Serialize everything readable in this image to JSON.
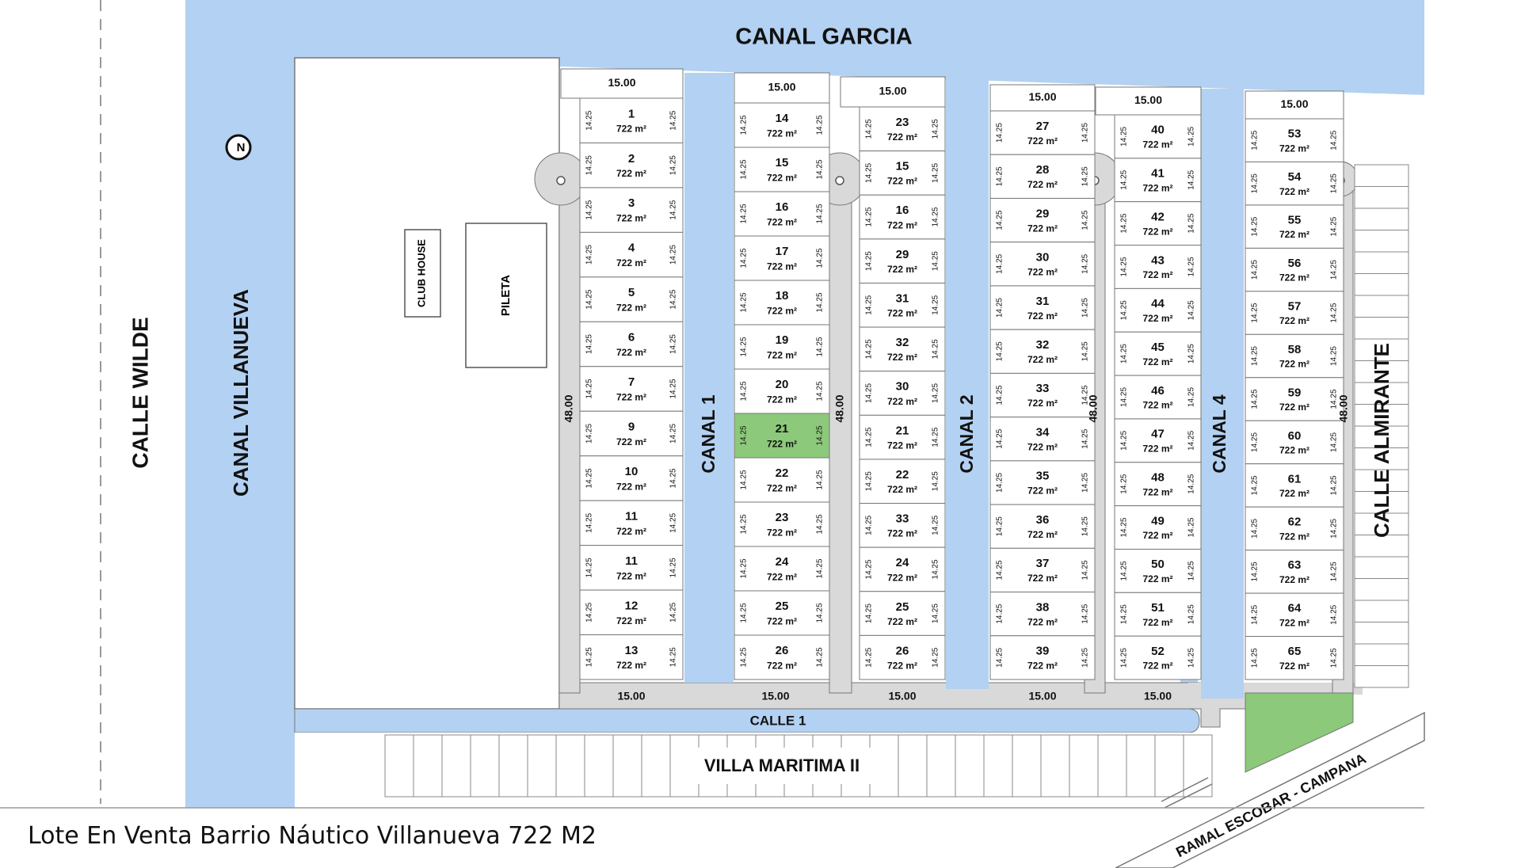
{
  "caption": "Lote En  Venta Barrio Náutico Villanueva 722 M2",
  "colors": {
    "water": "#b3d1f2",
    "road": "#d9d9d9",
    "green": "#8cc97a",
    "highlight": "#8cc97a",
    "line": "#666666"
  },
  "labels": {
    "canal_garcia": "CANAL GARCIA",
    "canal_villanueva": "CANAL VILLANUEVA",
    "calle_wilde": "CALLE WILDE",
    "calle_almirante": "CALLE ALMIRANTE",
    "calle_1": "CALLE 1",
    "villa_maritima": "VILLA MARITIMA II",
    "ramal": "RAMAL ESCOBAR - CAMPANA",
    "club_house": "CLUB HOUSE",
    "pileta": "PILETA",
    "canal_1": "CANAL 1",
    "canal_2": "CANAL 2",
    "canal_4": "CANAL 4",
    "north": "N"
  },
  "lot_area": "722 m²",
  "lot_side": "14.25",
  "block_width": "15.00",
  "block_depth": "48.00",
  "highlighted_lot": "21",
  "blocks": [
    {
      "id": "A",
      "top": [
        "15.00"
      ],
      "lots": [
        "1",
        "2",
        "3",
        "4",
        "5",
        "6",
        "7",
        "9",
        "10",
        "11",
        "11",
        "12",
        "13"
      ],
      "bottom": "15.00",
      "depth_label": "48.00"
    },
    {
      "id": "B",
      "top": [
        "15.00"
      ],
      "lots": [
        "14",
        "15",
        "16",
        "17",
        "18",
        "19",
        "20",
        "21",
        "22",
        "23",
        "24",
        "25",
        "26"
      ],
      "bottom": "15.00",
      "depth_label": ""
    },
    {
      "id": "C",
      "top": [
        "15.00"
      ],
      "lots": [
        "23",
        "15",
        "16",
        "29",
        "31",
        "32",
        "30",
        "21",
        "22",
        "33",
        "24",
        "25",
        "26"
      ],
      "bottom": "15.00",
      "depth_label": "48.00"
    },
    {
      "id": "D",
      "top": [
        "15.00"
      ],
      "lots": [
        "27",
        "28",
        "29",
        "30",
        "31",
        "32",
        "33",
        "34",
        "35",
        "36",
        "37",
        "38",
        "39"
      ],
      "bottom": "15.00",
      "depth_label": ""
    },
    {
      "id": "E",
      "top": [
        "15.00"
      ],
      "lots": [
        "40",
        "41",
        "42",
        "43",
        "44",
        "45",
        "46",
        "47",
        "48",
        "49",
        "50",
        "51",
        "52"
      ],
      "bottom": "15.00",
      "depth_label": "48.00"
    },
    {
      "id": "F",
      "top": [
        "15.00"
      ],
      "lots": [
        "53",
        "54",
        "55",
        "56",
        "57",
        "58",
        "59",
        "60",
        "61",
        "62",
        "63",
        "64",
        "65"
      ],
      "bottom": "",
      "depth_label": "48.00"
    }
  ]
}
